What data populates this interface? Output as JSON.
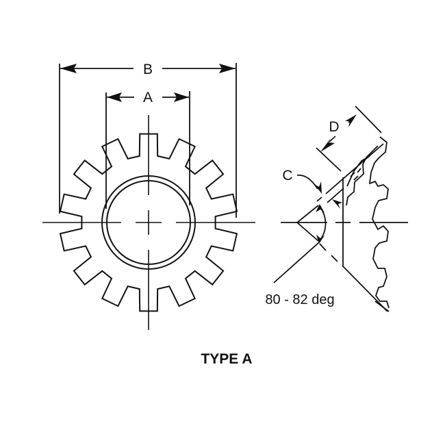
{
  "title": "TYPE A",
  "dimensions": {
    "a": "A",
    "b": "B",
    "c": "C",
    "d": "D"
  },
  "angle_label": "80 - 82 deg",
  "colors": {
    "line": "#111111",
    "background": "#ffffff"
  },
  "front_view": {
    "teeth": 14
  }
}
